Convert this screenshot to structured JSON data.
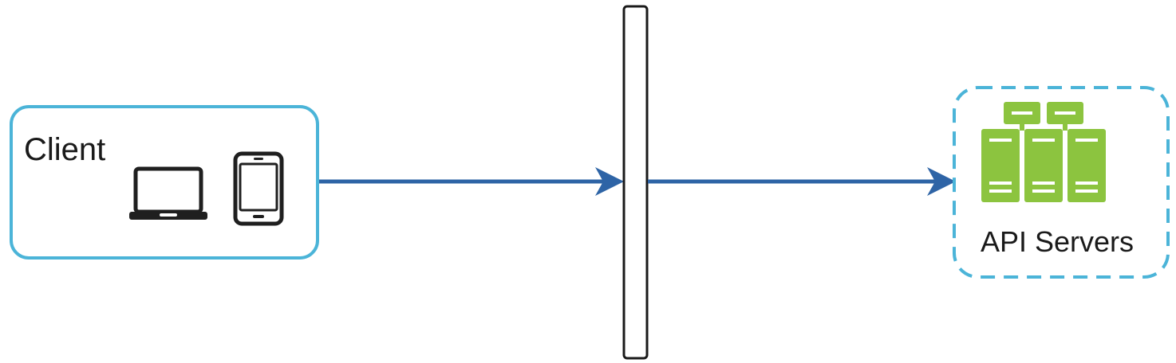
{
  "nodes": {
    "client": {
      "label": "Client",
      "devices": [
        "laptop-icon",
        "tablet-icon"
      ]
    },
    "gateway": {
      "label": ""
    },
    "api_servers": {
      "label": "API Servers",
      "icon": "server-rack-icon"
    }
  },
  "edges": [
    {
      "from": "client",
      "to": "gateway"
    },
    {
      "from": "gateway",
      "to": "api_servers"
    }
  ],
  "colors": {
    "client_border": "#4bb4d8",
    "api_border": "#4bb4d8",
    "arrow": "#2e64a6",
    "server_fill": "#8cc43f",
    "server_dark": "#6e9e2f",
    "device": "#1f1f1f"
  }
}
